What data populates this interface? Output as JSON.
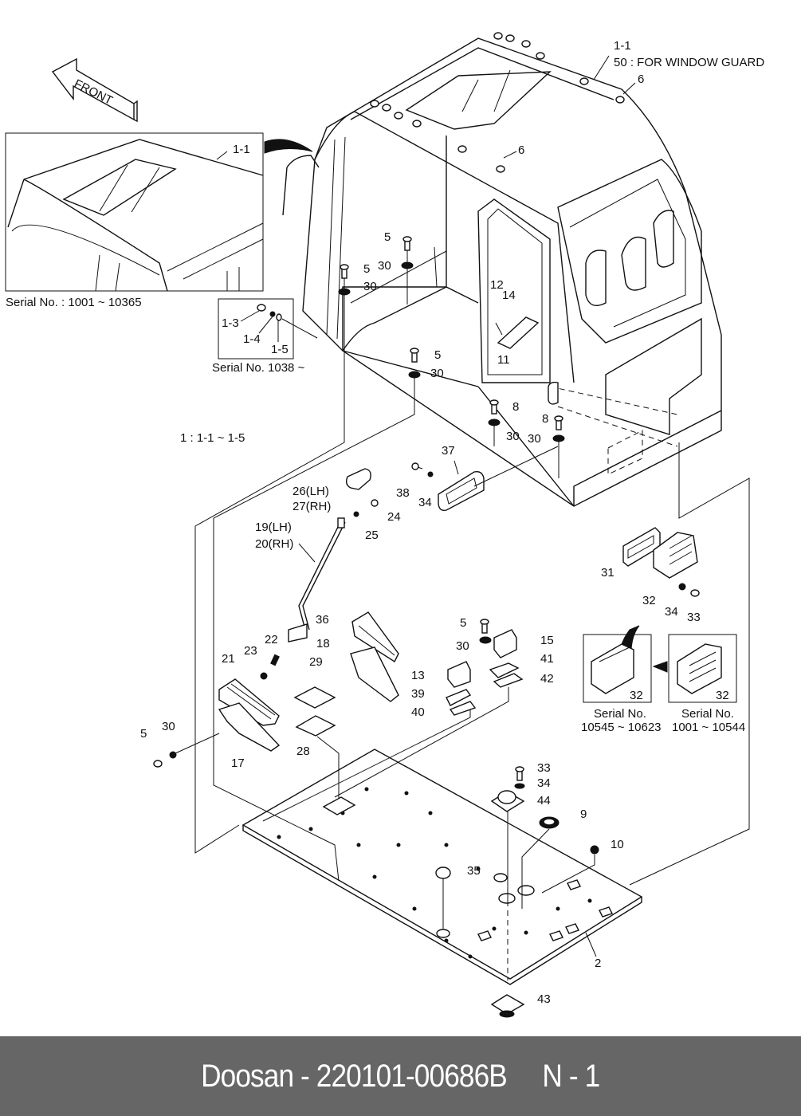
{
  "document": {
    "type": "parts-catalog-exploded-view",
    "subject": "Cab and floor plate assembly"
  },
  "footer": {
    "brand": "Doosan",
    "part_number": "220101-00686B",
    "page": "N - 1",
    "text": "Doosan - 220101-00686B     N - 1"
  },
  "direction_arrow": {
    "label": "FRONT"
  },
  "notes": {
    "window_guard_ref": "1-1",
    "window_guard_note": "50 : FOR WINDOW GUARD",
    "assembly_note": "1 : 1-1 ~ 1-5"
  },
  "insets": [
    {
      "id": "roof-inset",
      "serial": "Serial No. : 1001 ~ 10365",
      "callouts": [
        "1-1"
      ]
    },
    {
      "id": "fastener-inset",
      "serial": "Serial No. 1038 ~",
      "callouts": [
        "1-3",
        "1-4",
        "1-5"
      ]
    },
    {
      "id": "vent-inset-new",
      "serial_line1": "Serial No.",
      "serial_line2": "10545 ~ 10623",
      "callouts": [
        "32"
      ]
    },
    {
      "id": "vent-inset-old",
      "serial_line1": "Serial No.",
      "serial_line2": "1001 ~ 10544",
      "callouts": [
        "32"
      ]
    }
  ],
  "callouts": {
    "c_6a": "6",
    "c_6b": "6",
    "c_5a": "5",
    "c_5b": "5",
    "c_5c": "5",
    "c_5d": "5",
    "c_5e": "5",
    "c_30a": "30",
    "c_30b": "30",
    "c_30c": "30",
    "c_30d": "30",
    "c_30e": "30",
    "c_30f": "30",
    "c_30g": "30",
    "c_12": "12",
    "c_14": "14",
    "c_11": "11",
    "c_8a": "8",
    "c_8b": "8",
    "c_37": "37",
    "c_38": "38",
    "c_34a": "34",
    "c_34b": "34",
    "c_34c": "34",
    "c_26": "26(LH)",
    "c_27": "27(RH)",
    "c_24": "24",
    "c_25": "25",
    "c_19": "19(LH)",
    "c_20": "20(RH)",
    "c_31": "31",
    "c_32": "32",
    "c_33a": "33",
    "c_33b": "33",
    "c_36": "36",
    "c_18": "18",
    "c_15": "15",
    "c_41": "41",
    "c_42": "42",
    "c_13": "13",
    "c_39": "39",
    "c_40": "40",
    "c_22": "22",
    "c_23": "23",
    "c_21": "21",
    "c_29": "29",
    "c_28": "28",
    "c_17": "17",
    "c_44": "44",
    "c_9": "9",
    "c_10": "10",
    "c_35": "35",
    "c_2": "2",
    "c_43": "43"
  }
}
